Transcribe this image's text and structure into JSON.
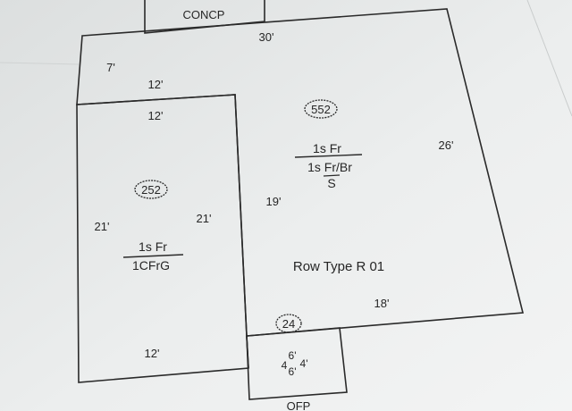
{
  "sketch": {
    "top_section": {
      "label": "CONCP"
    },
    "bottom_section": {
      "label": "OFP"
    },
    "main_area": {
      "area": "552",
      "desc_top": "1s Fr",
      "desc_mid": "1s Fr/Br",
      "desc_bottom": "S",
      "dim_top": "30'",
      "dim_right": "26'",
      "dim_inner": "19'",
      "dim_bottom": "18'",
      "dim_notch_side": "7'",
      "dim_notch_top": "12'"
    },
    "garage_area": {
      "area": "252",
      "desc_top": "1s Fr",
      "desc_bottom": "1CFrG",
      "dim_top": "12'",
      "dim_left": "21'",
      "dim_right": "21'",
      "dim_bottom": "12'"
    },
    "porch_area": {
      "area": "24",
      "dim_a": "6'",
      "dim_b": "4",
      "dim_c": "6'",
      "dim_d": "4'"
    },
    "row_label": "Row Type R 01"
  }
}
